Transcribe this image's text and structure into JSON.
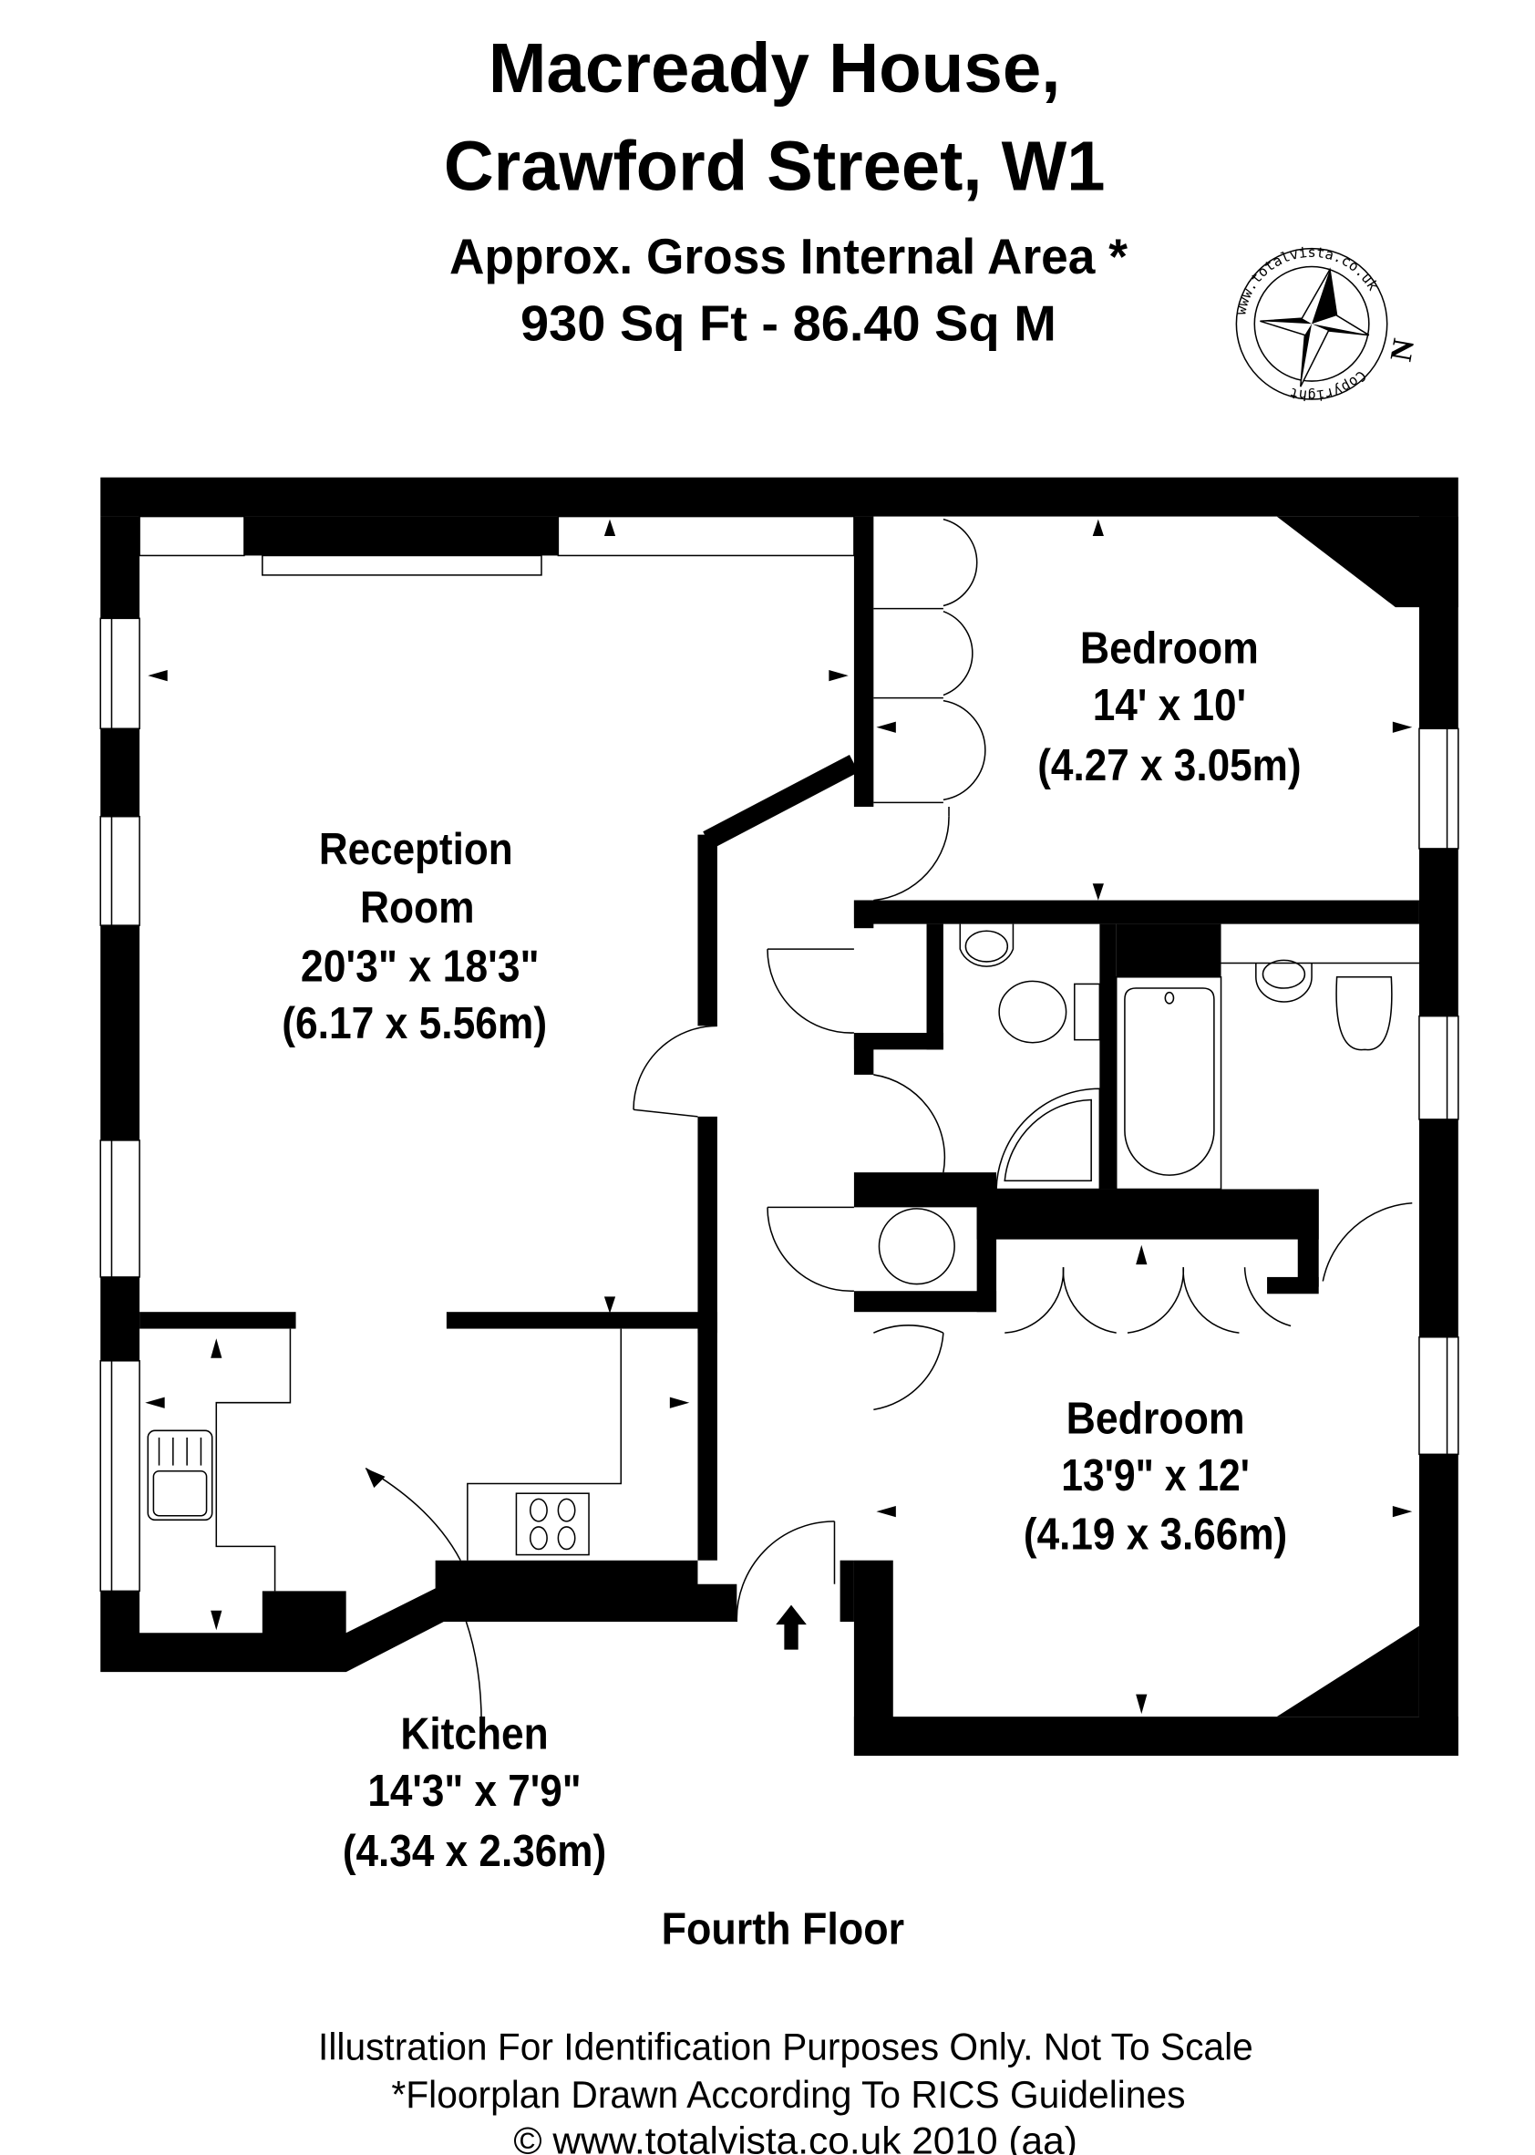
{
  "header": {
    "title_line1": "Macready House,",
    "title_line2": "Crawford Street, W1",
    "area_label": "Approx. Gross Internal Area *",
    "area_value": "930 Sq Ft  -  86.40 Sq M"
  },
  "compass": {
    "ring_text": "www.totalvista.co.uk",
    "ring_text_2": "Copyright",
    "north_label": "N"
  },
  "rooms": {
    "reception": {
      "name_1": "Reception",
      "name_2": "Room",
      "imperial": "20'3\" x 18'3\"",
      "metric": "(6.17 x 5.56m)"
    },
    "bedroom1": {
      "name": "Bedroom",
      "imperial": "14' x 10'",
      "metric": "(4.27 x 3.05m)"
    },
    "bedroom2": {
      "name": "Bedroom",
      "imperial": "13'9\" x 12'",
      "metric": "(4.19 x 3.66m)"
    },
    "kitchen": {
      "name": "Kitchen",
      "imperial": "14'3\" x 7'9\"",
      "metric": "(4.34 x 2.36m)"
    }
  },
  "floor_label": "Fourth Floor",
  "footer": {
    "line1": "Illustration For Identification Purposes Only. Not To Scale",
    "line2": "*Floorplan Drawn According To RICS Guidelines",
    "line3": "© www.totalvista.co.uk  2010 (aa)"
  },
  "colors": {
    "walls": "#000000",
    "background": "#ffffff"
  }
}
